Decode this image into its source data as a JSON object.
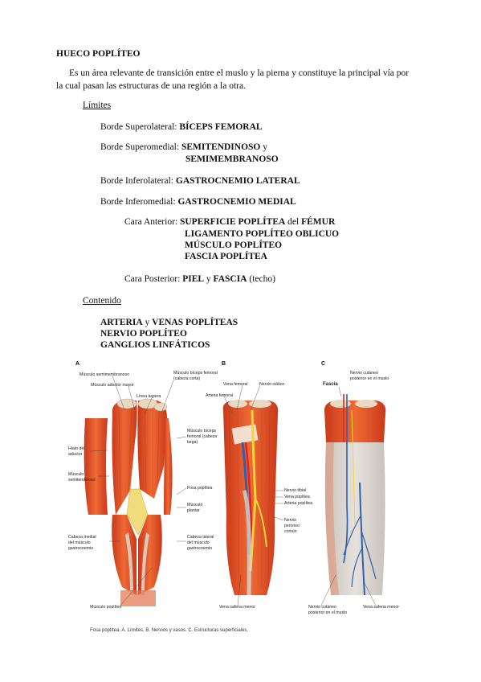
{
  "title": "HUECO POPLÍTEO",
  "intro": "Es un área relevante de transición entre el muslo y la pierna y constituye la principal vía por la cual pasan las estructuras de una región a la otra.",
  "limites_heading": "Límites",
  "limites": {
    "superolateral_label": "Borde Superolateral:",
    "superolateral_value": "BÍCEPS FEMORAL",
    "superomedial_label": "Borde Superomedial:",
    "superomedial_value1": "SEMITENDINOSO",
    "superomedial_conj": "y",
    "superomedial_value2": "SEMIMEMBRANOSO",
    "inferolateral_label": "Borde Inferolateral:",
    "inferolateral_value": "GASTROCNEMIO LATERAL",
    "inferomedial_label": "Borde Inferomedial:",
    "inferomedial_value": "GASTROCNEMIO MEDIAL",
    "anterior_label": "Cara Anterior:",
    "anterior_value1": "SUPERFICIE POPLÍTEA",
    "anterior_del": "del",
    "anterior_value1b": "FÉMUR",
    "anterior_value2": "LIGAMENTO POPLÍTEO OBLICUO",
    "anterior_value3": "MÚSCULO POPLÍTEO",
    "anterior_value4": "FASCIA POPLÍTEA",
    "posterior_label": "Cara Posterior:",
    "posterior_value1": "PIEL",
    "posterior_conj": "y",
    "posterior_value2": "FASCIA",
    "posterior_note": "(techo)"
  },
  "contenido_heading": "Contenido",
  "contenido": {
    "line1a": "ARTERIA",
    "line1conj": "y",
    "line1b": "VENAS POPLÍTEAS",
    "line2": "NERVIO POPLÍTEO",
    "line3": "GANGLIOS LINFÁTICOS"
  },
  "figure": {
    "panel_a": "A",
    "panel_b": "B",
    "panel_c": "C",
    "labels_a": {
      "semimembranoso": "Músculo semimembranoso",
      "aductor_mayor": "Músculo aductor mayor",
      "linea_aspera": "Línea áspera",
      "biceps_corta1": "Músculo bíceps femoral",
      "biceps_corta2": "(cabeza corta)",
      "biceps_larga1": "Músculo bíceps",
      "biceps_larga2": "femoral (cabeza",
      "biceps_larga3": "larga)",
      "hiato1": "Hiato del",
      "hiato2": "aductor",
      "semitendinoso1": "Músculo",
      "semitendinoso2": "semitendinoso",
      "fosa": "Fosa poplítea",
      "plantar1": "Músculo",
      "plantar2": "plantar",
      "medial1": "Cabeza medial",
      "medial2": "del músculo",
      "medial3": "gastrocnemio",
      "lateral1": "Cabeza lateral",
      "lateral2": "del músculo",
      "lateral3": "gastrocnemio",
      "popliteo": "Músculo poplíteo"
    },
    "labels_b": {
      "vena_femoral": "Vena femoral",
      "nervio_ciatico": "Nervio ciático",
      "arteria_femoral": "Arteria femoral",
      "nervio_tibial": "Nervio tibial",
      "vena_poplitea": "Vena poplítea",
      "arteria_poplitea": "Arteria poplítea",
      "peroneo1": "Nervio",
      "peroneo2": "peroneo",
      "peroneo3": "común",
      "safena_menor": "Vena safena menor"
    },
    "labels_c": {
      "fascia": "Fascia",
      "cutaneo_top1": "Nervio cutáneo",
      "cutaneo_top2": "posterior en el muslo",
      "cutaneo_bot1": "Nervio cutáneo",
      "cutaneo_bot2": "posterior en el muslo",
      "safena_menor": "Vena safena menor"
    },
    "caption": "Fosa poplítea. A. Límites. B. Nervios y vasos. C. Estructuras superficiales."
  },
  "colors": {
    "muscle": "#e8532a",
    "muscle_dark": "#c23a17",
    "tendon": "#e9dcc6",
    "fascia": "#d9d6d3",
    "nerve": "#f2d33a",
    "artery": "#d8262a",
    "vein": "#2f5fae"
  }
}
